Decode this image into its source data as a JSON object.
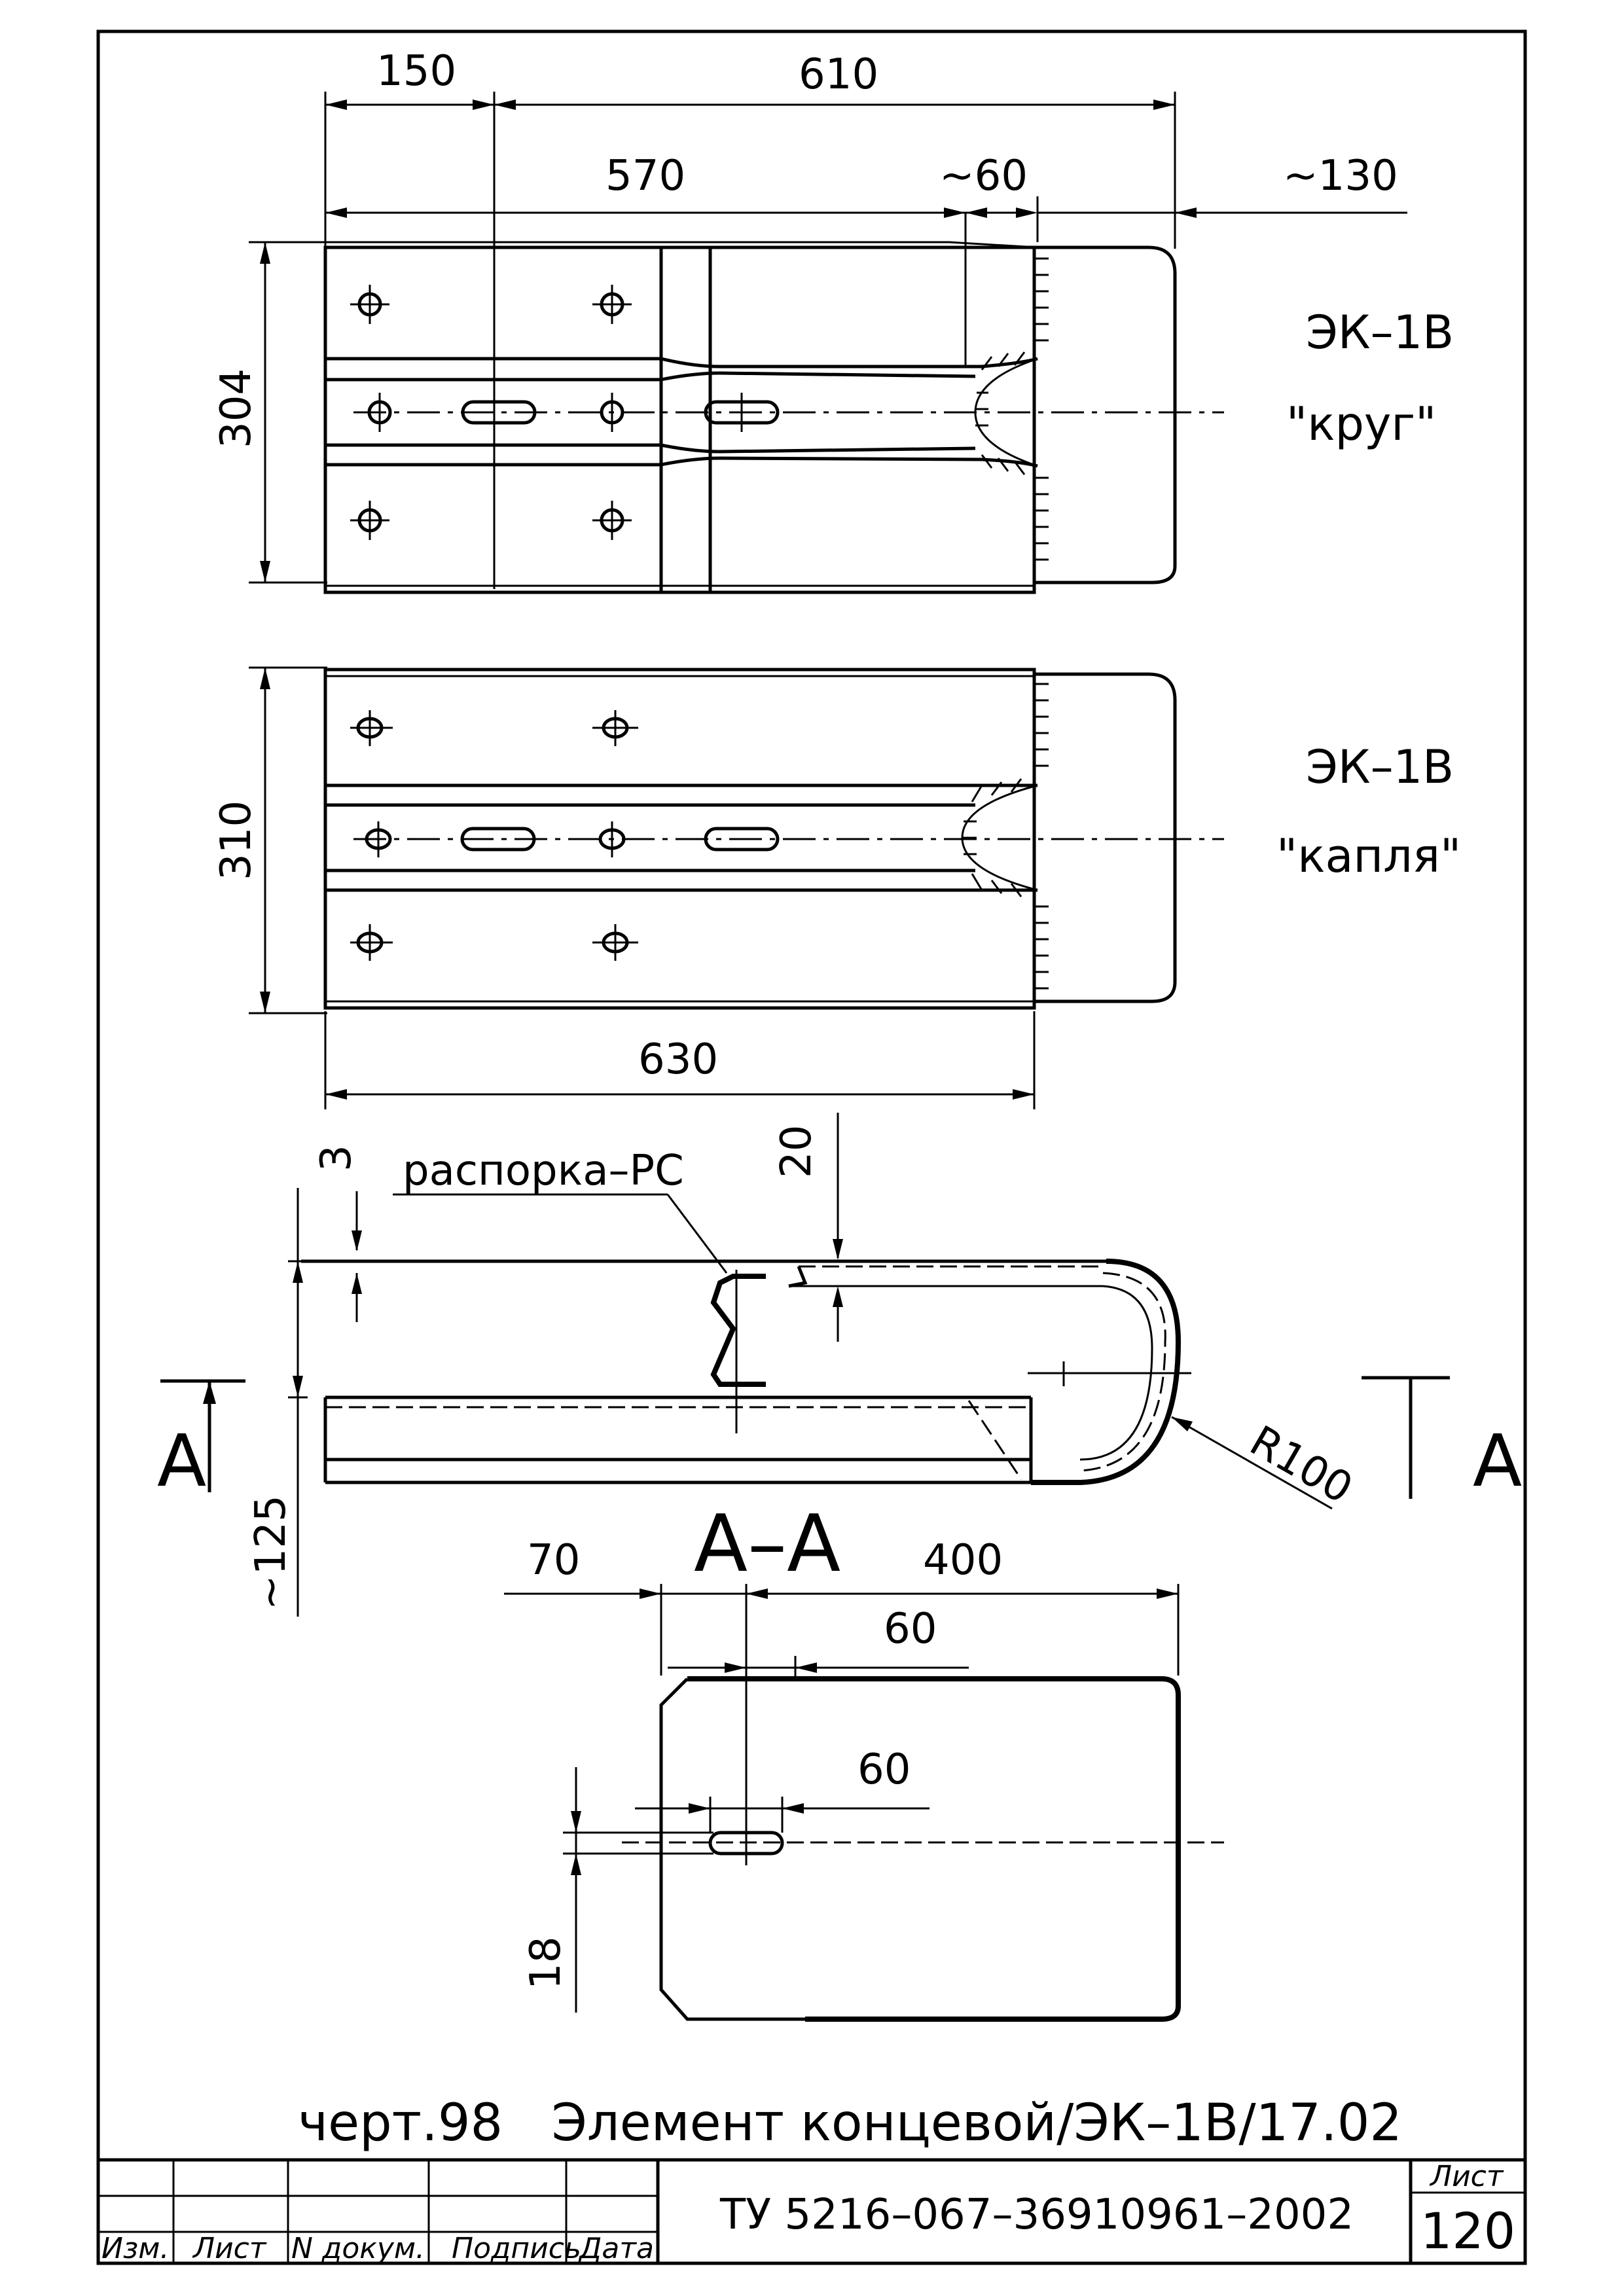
{
  "views": {
    "top1": {
      "name": "ЭК–1В",
      "variant": "\"круг\"",
      "dim_width": "304"
    },
    "top2": {
      "name": "ЭК–1В",
      "variant": "\"капля\"",
      "dim_width": "310"
    }
  },
  "dimensions": {
    "d150": "150",
    "d610": "610",
    "d570": "570",
    "d60a": "~60",
    "d130": "~130",
    "d630": "630",
    "d3": "3",
    "d20": "20",
    "d125": "~125",
    "r100": "R100",
    "d70": "70",
    "d400": "400",
    "d60b": "60",
    "d60c": "60",
    "d18": "18"
  },
  "annotations": {
    "spacer": "распорка–РС",
    "section_mark_left": "А",
    "section_mark_right": "А",
    "section_title": "А–А"
  },
  "caption": "черт.98   Элемент концевой/ЭК–1В/17.02",
  "title_block": {
    "doc_number": "ТУ 5216–067–36910961–2002",
    "sheet_label": "Лист",
    "sheet_number": "120",
    "col_izm": "Изм.",
    "col_list": "Лист",
    "col_doc": "N докум.",
    "col_sign": "Подпись",
    "col_date": "Дата"
  }
}
